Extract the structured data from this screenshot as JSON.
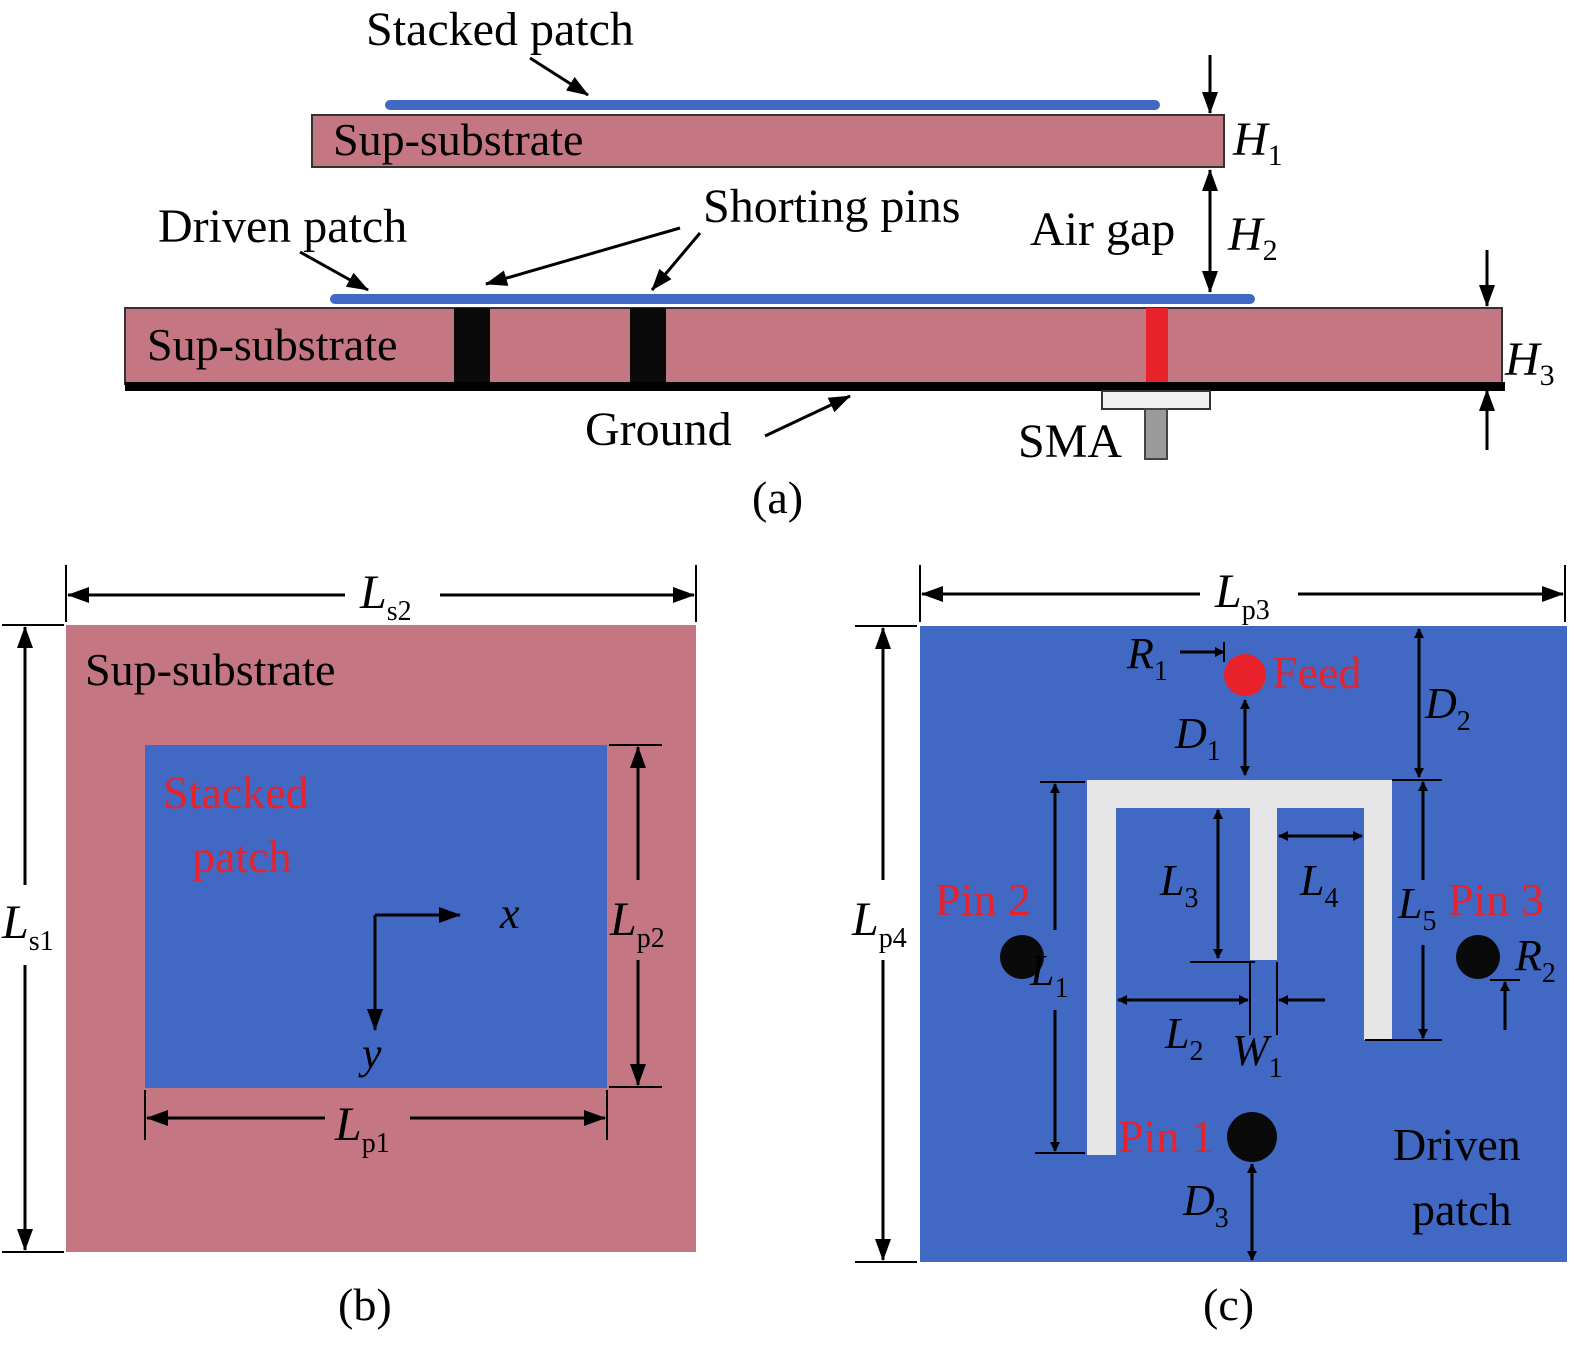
{
  "colors": {
    "substrate": "#c47683",
    "patch": "#4169c4",
    "pin": "#0a0a0a",
    "feed": "#e8222b",
    "slot": "#e6e6e6",
    "sma_body": "#f0f0f0",
    "sma_pin": "#9a9a9a",
    "label_red": "#e8222b"
  },
  "panel_a": {
    "caption": "(a)",
    "stacked_patch": "Stacked patch",
    "upper_substrate": "Sup-substrate",
    "lower_substrate": "Sup-substrate",
    "driven_patch": "Driven patch",
    "shorting_pins": "Shorting pins",
    "air_gap": "Air gap",
    "ground": "Ground",
    "sma": "SMA",
    "h1": {
      "main": "H",
      "sub": "1"
    },
    "h2": {
      "main": "H",
      "sub": "2"
    },
    "h3": {
      "main": "H",
      "sub": "3"
    }
  },
  "panel_b": {
    "caption": "(b)",
    "substrate": "Sup-substrate",
    "patch_line1": "Stacked",
    "patch_line2": "patch",
    "ls2": {
      "main": "L",
      "sub": "s2"
    },
    "ls1": {
      "main": "L",
      "sub": "s1"
    },
    "lp1": {
      "main": "L",
      "sub": "p1"
    },
    "lp2": {
      "main": "L",
      "sub": "p2"
    },
    "axis_x": "x",
    "axis_y": "y"
  },
  "panel_c": {
    "caption": "(c)",
    "feed": "Feed",
    "pin1": "Pin 1",
    "pin2": "Pin 2",
    "pin3": "Pin 3",
    "driven_line1": "Driven",
    "driven_line2": "patch",
    "lp3": {
      "main": "L",
      "sub": "p3"
    },
    "lp4": {
      "main": "L",
      "sub": "p4"
    },
    "r1": {
      "main": "R",
      "sub": "1"
    },
    "r2": {
      "main": "R",
      "sub": "2"
    },
    "d1": {
      "main": "D",
      "sub": "1"
    },
    "d2": {
      "main": "D",
      "sub": "2"
    },
    "d3": {
      "main": "D",
      "sub": "3"
    },
    "l1": {
      "main": "L",
      "sub": "1"
    },
    "l2": {
      "main": "L",
      "sub": "2"
    },
    "l3": {
      "main": "L",
      "sub": "3"
    },
    "l4": {
      "main": "L",
      "sub": "4"
    },
    "l5": {
      "main": "L",
      "sub": "5"
    },
    "w1": {
      "main": "W",
      "sub": "1"
    }
  }
}
